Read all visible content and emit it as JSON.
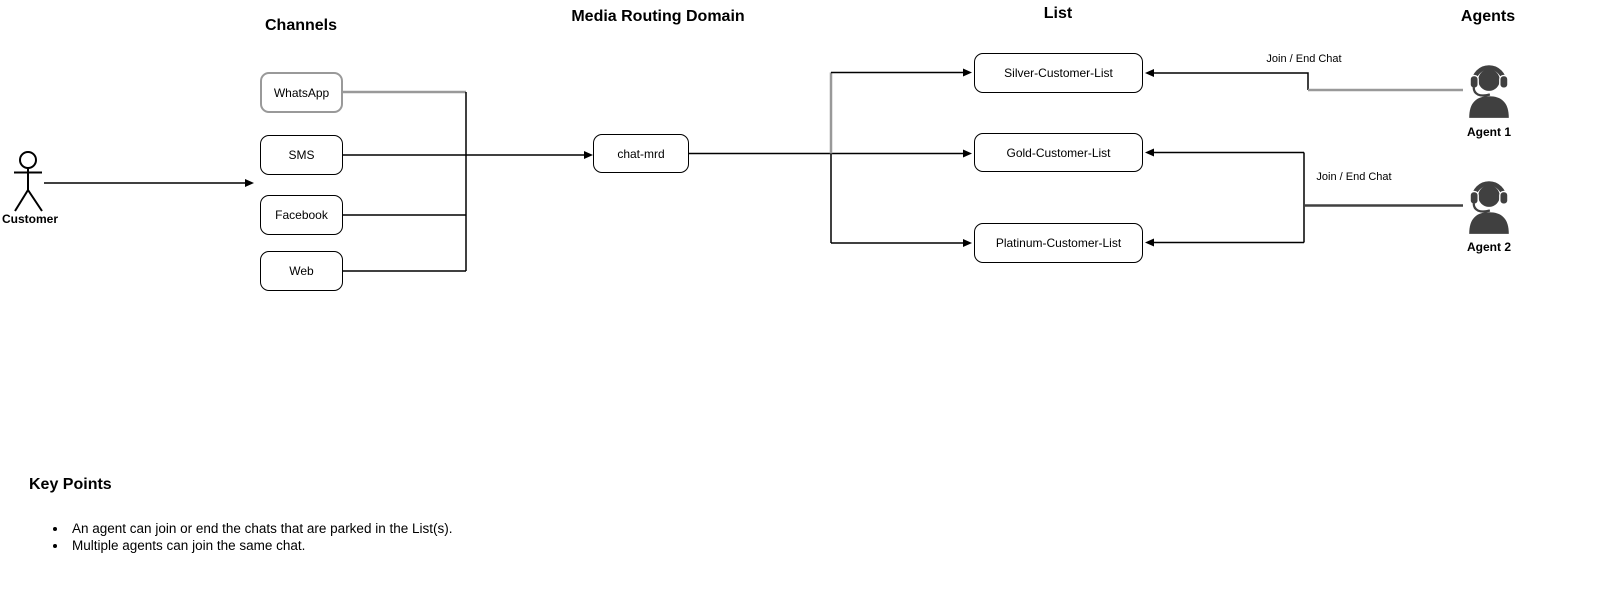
{
  "diagram": {
    "section_titles": {
      "channels": "Channels",
      "media_routing_domain": "Media Routing Domain",
      "list": "List",
      "agents": "Agents"
    },
    "customer": {
      "label": "Customer"
    },
    "channels": [
      {
        "label": "WhatsApp",
        "highlighted": true
      },
      {
        "label": "SMS",
        "highlighted": false
      },
      {
        "label": "Facebook",
        "highlighted": false
      },
      {
        "label": "Web",
        "highlighted": false
      }
    ],
    "mrd_node": {
      "label": "chat-mrd"
    },
    "lists": [
      {
        "label": "Silver-Customer-List"
      },
      {
        "label": "Gold-Customer-List"
      },
      {
        "label": "Platinum-Customer-List"
      }
    ],
    "agents": [
      {
        "label": "Agent 1",
        "edge_label": "Join / End Chat"
      },
      {
        "label": "Agent 2",
        "edge_label": "Join / End Chat"
      }
    ],
    "colors": {
      "line": "#000000",
      "highlight": "#999999",
      "agent_icon": "#404040"
    }
  },
  "key_points": {
    "title": "Key Points",
    "bullets": [
      "An agent can join or end the chats that are parked in the List(s).",
      "Multiple agents can join the same chat."
    ]
  }
}
